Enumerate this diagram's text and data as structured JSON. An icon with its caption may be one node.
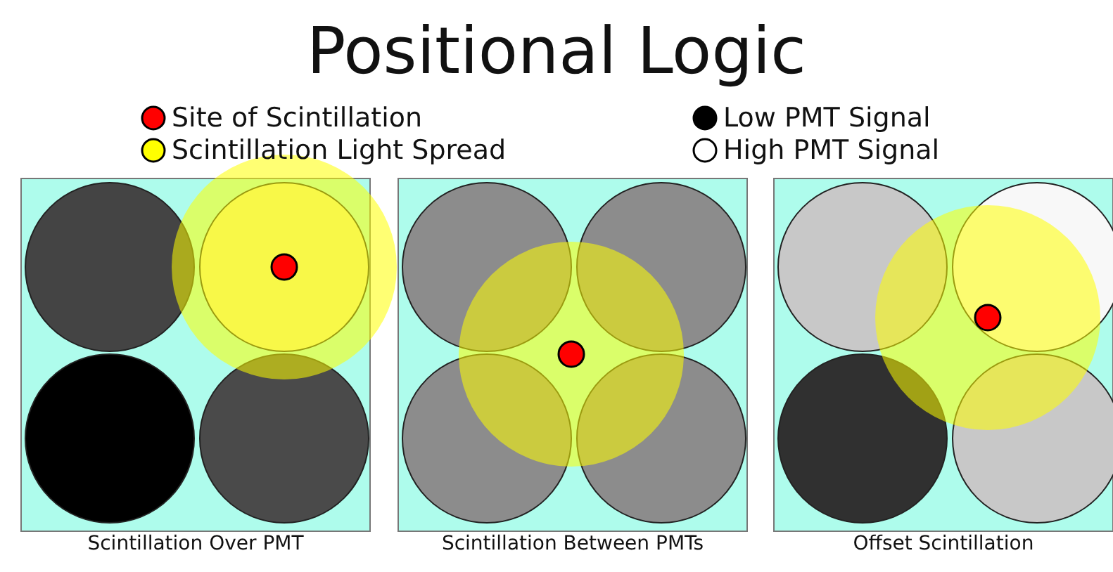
{
  "diagram": {
    "title": "Positional Logic",
    "labels": [
      "Scintillation Over PMT",
      "Scintillation Between PMTs",
      "Offset Scintillation"
    ],
    "legend": [
      {
        "text": "Site of Scintillation",
        "color": "#ff0000"
      },
      {
        "text": "Scintillation Light Spread",
        "color": "#ffff00"
      },
      {
        "text": "Low PMT Signal",
        "color": "#000000"
      },
      {
        "text": "High PMT Signal",
        "color": "#ffffff"
      }
    ]
  }
}
